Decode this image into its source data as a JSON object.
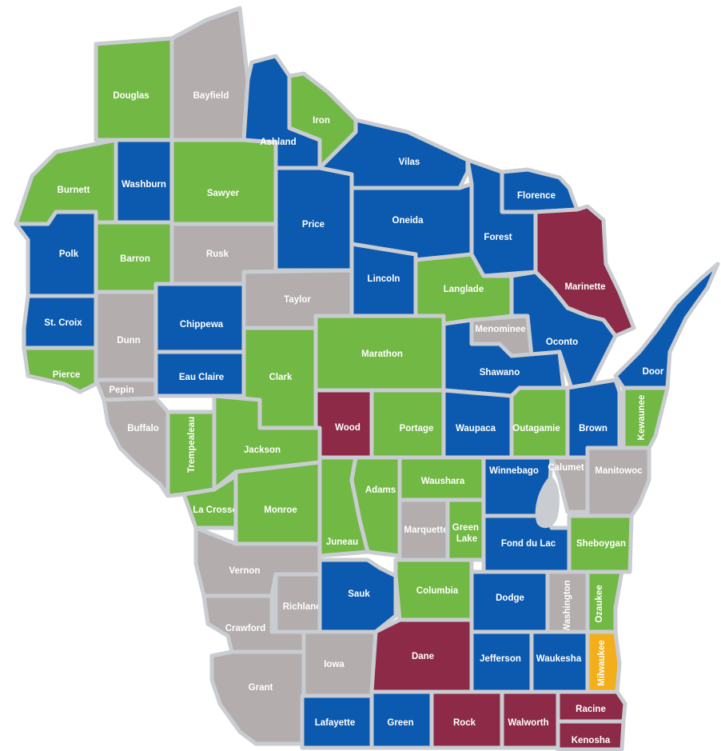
{
  "colors": {
    "green": "#72b845",
    "blue": "#0c5ab0",
    "gray": "#b3adad",
    "maroon": "#8c2a48",
    "gold": "#f2ae1b",
    "border": "#c9ccd1"
  },
  "counties": {
    "douglas": {
      "name": "Douglas",
      "category": "green"
    },
    "bayfield": {
      "name": "Bayfield",
      "category": "gray"
    },
    "ashland": {
      "name": "Ashland",
      "category": "blue"
    },
    "iron": {
      "name": "Iron",
      "category": "green"
    },
    "vilas": {
      "name": "Vilas",
      "category": "blue"
    },
    "florence": {
      "name": "Florence",
      "category": "blue"
    },
    "burnett": {
      "name": "Burnett",
      "category": "green"
    },
    "washburn": {
      "name": "Washburn",
      "category": "blue"
    },
    "sawyer": {
      "name": "Sawyer",
      "category": "green"
    },
    "price": {
      "name": "Price",
      "category": "blue"
    },
    "oneida": {
      "name": "Oneida",
      "category": "blue"
    },
    "forest": {
      "name": "Forest",
      "category": "blue"
    },
    "marinette": {
      "name": "Marinette",
      "category": "maroon"
    },
    "polk": {
      "name": "Polk",
      "category": "blue"
    },
    "barron": {
      "name": "Barron",
      "category": "green"
    },
    "rusk": {
      "name": "Rusk",
      "category": "gray"
    },
    "lincoln": {
      "name": "Lincoln",
      "category": "blue"
    },
    "langlade": {
      "name": "Langlade",
      "category": "green"
    },
    "taylor": {
      "name": "Taylor",
      "category": "gray"
    },
    "st_croix": {
      "name": "St. Croix",
      "category": "blue"
    },
    "dunn": {
      "name": "Dunn",
      "category": "gray"
    },
    "chippewa": {
      "name": "Chippewa",
      "category": "blue"
    },
    "menominee": {
      "name": "Menominee",
      "category": "gray"
    },
    "oconto": {
      "name": "Oconto",
      "category": "blue"
    },
    "pierce": {
      "name": "Pierce",
      "category": "green"
    },
    "pepin": {
      "name": "Pepin",
      "category": "gray"
    },
    "eau_claire": {
      "name": "Eau Claire",
      "category": "blue"
    },
    "clark": {
      "name": "Clark",
      "category": "green"
    },
    "marathon": {
      "name": "Marathon",
      "category": "green"
    },
    "shawano": {
      "name": "Shawano",
      "category": "blue"
    },
    "door": {
      "name": "Door",
      "category": "blue"
    },
    "buffalo": {
      "name": "Buffalo",
      "category": "gray"
    },
    "trempealeau": {
      "name": "Trempealeau",
      "category": "green"
    },
    "jackson": {
      "name": "Jackson",
      "category": "green"
    },
    "wood": {
      "name": "Wood",
      "category": "maroon"
    },
    "portage": {
      "name": "Portage",
      "category": "green"
    },
    "waupaca": {
      "name": "Waupaca",
      "category": "blue"
    },
    "outagamie": {
      "name": "Outagamie",
      "category": "green"
    },
    "brown": {
      "name": "Brown",
      "category": "blue"
    },
    "kewaunee": {
      "name": "Kewaunee",
      "category": "green"
    },
    "la_crosse": {
      "name": "La Crosse",
      "category": "green"
    },
    "monroe": {
      "name": "Monroe",
      "category": "green"
    },
    "juneau": {
      "name": "Juneau",
      "category": "green"
    },
    "adams": {
      "name": "Adams",
      "category": "green"
    },
    "waushara": {
      "name": "Waushara",
      "category": "green"
    },
    "winnebago": {
      "name": "Winnebago",
      "category": "blue"
    },
    "calumet": {
      "name": "Calumet",
      "category": "gray"
    },
    "manitowoc": {
      "name": "Manitowoc",
      "category": "gray"
    },
    "marquette": {
      "name": "Marquette",
      "category": "gray"
    },
    "green_lake": {
      "name": "Green Lake",
      "category": "green"
    },
    "fond_du_lac": {
      "name": "Fond du Lac",
      "category": "blue"
    },
    "sheboygan": {
      "name": "Sheboygan",
      "category": "green"
    },
    "vernon": {
      "name": "Vernon",
      "category": "gray"
    },
    "richland": {
      "name": "Richland",
      "category": "gray"
    },
    "sauk": {
      "name": "Sauk",
      "category": "blue"
    },
    "columbia": {
      "name": "Columbia",
      "category": "green"
    },
    "dodge": {
      "name": "Dodge",
      "category": "blue"
    },
    "washington": {
      "name": "Washington",
      "category": "gray"
    },
    "ozaukee": {
      "name": "Ozaukee",
      "category": "green"
    },
    "crawford": {
      "name": "Crawford",
      "category": "gray"
    },
    "iowa": {
      "name": "Iowa",
      "category": "gray"
    },
    "dane": {
      "name": "Dane",
      "category": "maroon"
    },
    "jefferson": {
      "name": "Jefferson",
      "category": "blue"
    },
    "waukesha": {
      "name": "Waukesha",
      "category": "blue"
    },
    "milwaukee": {
      "name": "Milwaukee",
      "category": "gold"
    },
    "grant": {
      "name": "Grant",
      "category": "gray"
    },
    "lafayette": {
      "name": "Lafayette",
      "category": "blue"
    },
    "green": {
      "name": "Green",
      "category": "blue"
    },
    "rock": {
      "name": "Rock",
      "category": "maroon"
    },
    "walworth": {
      "name": "Walworth",
      "category": "maroon"
    },
    "racine": {
      "name": "Racine",
      "category": "maroon"
    },
    "kenosha": {
      "name": "Kenosha",
      "category": "maroon"
    }
  }
}
